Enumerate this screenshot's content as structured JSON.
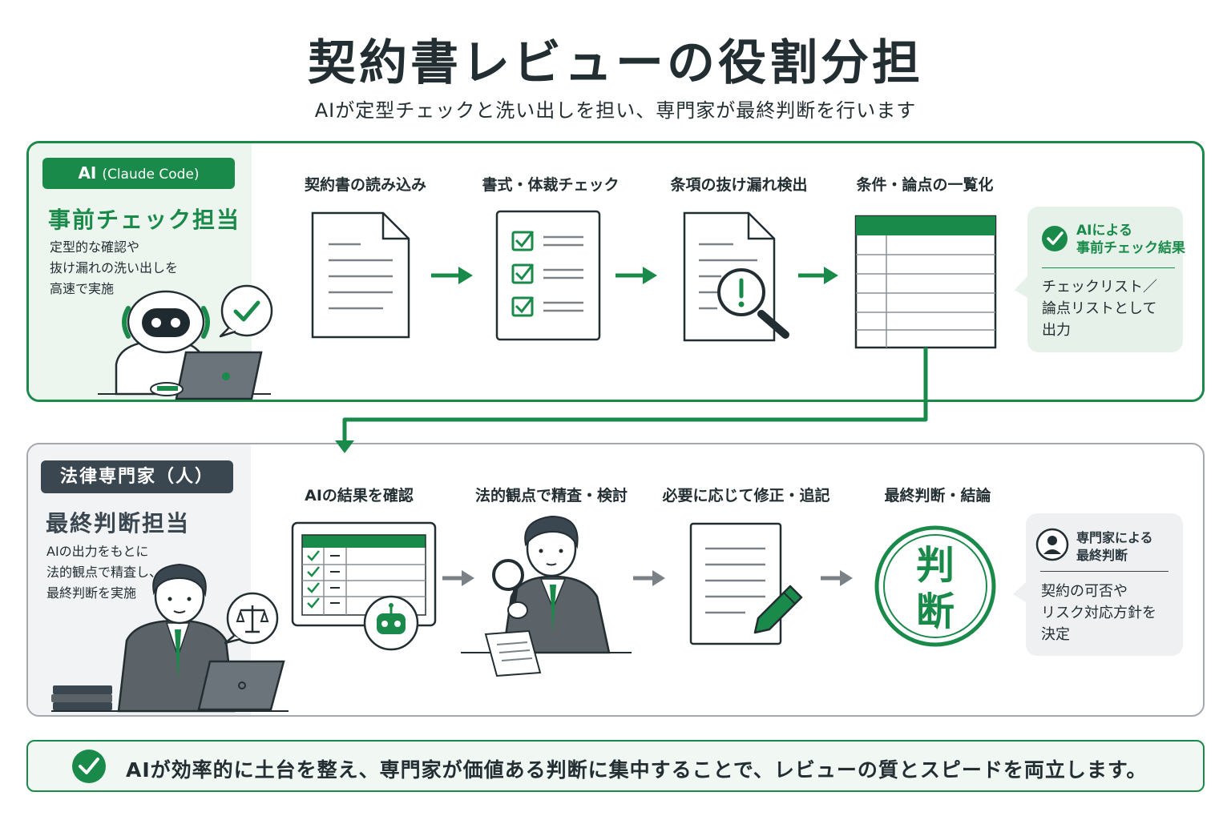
{
  "title": "契約書レビューの役割分担",
  "subtitle": "AIが定型チェックと洗い出しを担い、専門家が最終判断を行います",
  "colors": {
    "ai_green": "#1a8a4a",
    "human_gray": "#3a4750",
    "panel_border_gray": "#a3a9ae"
  },
  "ai_panel": {
    "badge_main": "AI",
    "badge_sub": "(Claude Code)",
    "role": "事前チェック担当",
    "description": "定型的な確認や\n抜け漏れの洗い出しを\n高速で実施",
    "steps": [
      {
        "label": "契約書の読み込み",
        "icon": "document-icon"
      },
      {
        "label": "書式・体裁チェック",
        "icon": "checklist-icon"
      },
      {
        "label": "条項の抜け漏れ検出",
        "icon": "magnifier-alert-icon"
      },
      {
        "label": "条件・論点の一覧化",
        "icon": "table-icon"
      }
    ],
    "result": {
      "title": "AIによる\n事前チェック結果",
      "body": "チェックリスト／\n論点リストとして\n出力"
    }
  },
  "human_panel": {
    "badge": "法律専門家（人）",
    "role": "最終判断担当",
    "description": "AIの出力をもとに\n法的観点で精査し、\n最終判断を実施",
    "steps": [
      {
        "label": "AIの結果を確認",
        "icon": "checked-table-robot-icon"
      },
      {
        "label": "法的観点で精査・検討",
        "icon": "person-magnifier-icon"
      },
      {
        "label": "必要に応じて修正・追記",
        "icon": "document-pen-icon"
      },
      {
        "label": "最終判断・結論",
        "icon": "judgment-seal-icon"
      }
    ],
    "seal_text_top": "判",
    "seal_text_bottom": "断",
    "result": {
      "title": "専門家による\n最終判断",
      "body": "契約の可否や\nリスク対応方針を\n決定"
    }
  },
  "footer": "AIが効率的に土台を整え、専門家が価値ある判断に集中することで、レビューの質とスピードを両立します。"
}
